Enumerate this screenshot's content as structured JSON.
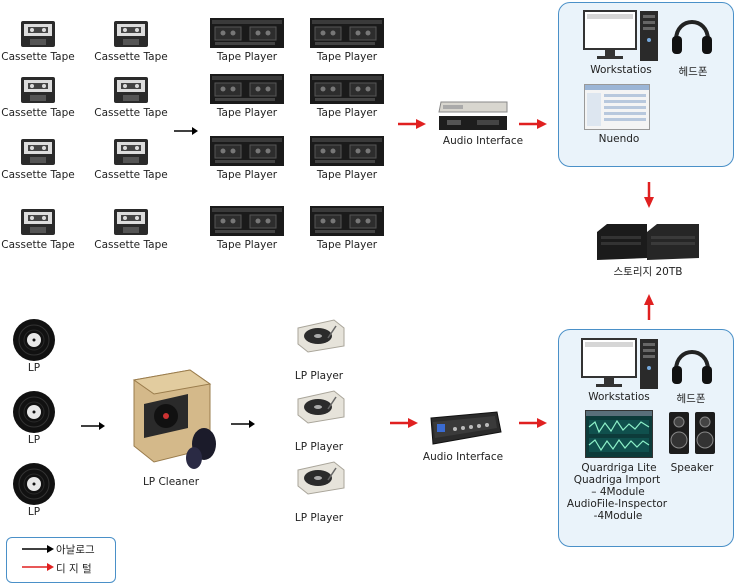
{
  "cassette_label": "Cassette Tape",
  "tape_player_label": "Tape  Player",
  "audio_interface_top": "Audio  Interface",
  "audio_interface_bottom": "Audio  Interface",
  "lp_label": "LP",
  "lp_cleaner": "LP Cleaner",
  "lp_player_label": "LP  Player",
  "storage": "스토리지 20TB",
  "top_panel": {
    "workstation": "Workstatios",
    "headphone": "헤드폰",
    "nuendo": "Nuendo"
  },
  "bottom_panel": {
    "workstation": "Workstatios",
    "headphone": "헤드폰",
    "software_line1": "Quardriga Lite",
    "software_line2": "Quadriga Import",
    "software_line3": "– 4Module",
    "software_line4": "AudioFile-Inspector",
    "software_line5": "-4Module",
    "speaker": "Speaker"
  },
  "legend": {
    "analog": "아날로그",
    "digital": "디 지 털"
  },
  "colors": {
    "analog_arrow": "#000000",
    "digital_arrow": "#e02020",
    "panel_border": "#4a90c8",
    "panel_fill": "#eaf3fa"
  }
}
